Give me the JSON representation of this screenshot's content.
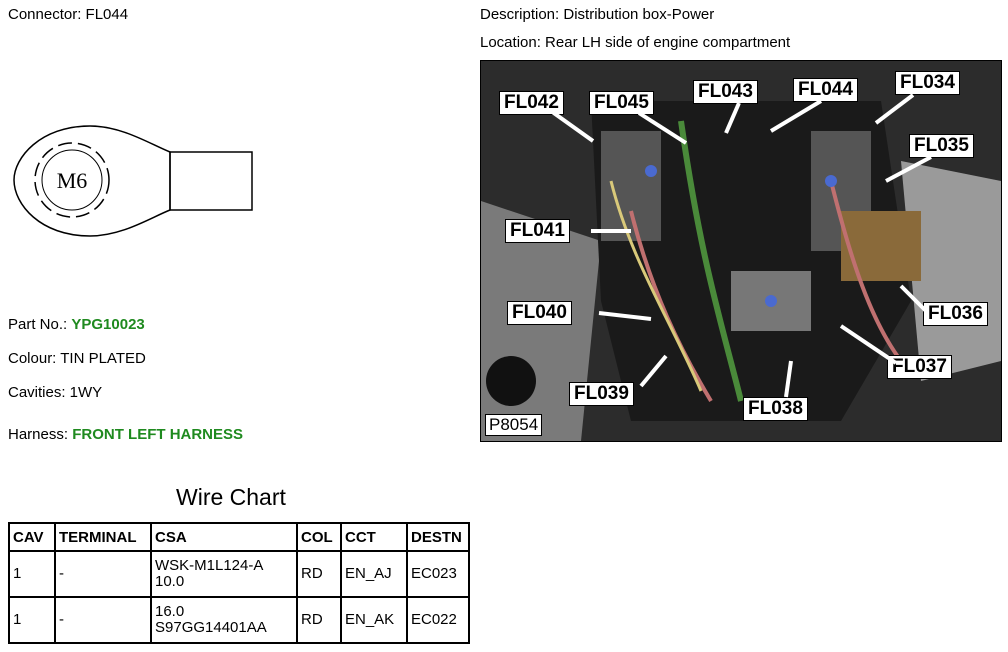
{
  "connector_label": "Connector: FL044",
  "description_label": "Description: Distribution box-Power",
  "location_label": "Location: Rear LH side of engine compartment",
  "terminal_text": "M6",
  "part_no": {
    "label": "Part No.: ",
    "value": "YPG10023"
  },
  "colour": "Colour: TIN PLATED",
  "cavities": "Cavities: 1WY",
  "harness": {
    "label": "Harness: ",
    "value": "FRONT LEFT HARNESS"
  },
  "wire_chart": {
    "title": "Wire Chart",
    "headers": [
      "CAV",
      "TERMINAL",
      "CSA",
      "COL",
      "CCT",
      "DESTN"
    ],
    "rows": [
      {
        "cav": "1",
        "terminal": "-",
        "csa_line1": "WSK-M1L124-A",
        "csa_line2": "10.0",
        "col": "RD",
        "cct": "EN_AJ",
        "destn": "EC023"
      },
      {
        "cav": "1",
        "terminal": "-",
        "csa_line1": "16.0",
        "csa_line2": "S97GG14401AA",
        "col": "RD",
        "cct": "EN_AK",
        "destn": "EC022"
      }
    ]
  },
  "photo": {
    "code": "P8054",
    "callouts": [
      "FL042",
      "FL045",
      "FL043",
      "FL044",
      "FL034",
      "FL035",
      "FL041",
      "FL040",
      "FL036",
      "FL037",
      "FL039",
      "FL038"
    ]
  },
  "colors": {
    "green_value": "#1f8a1f"
  }
}
